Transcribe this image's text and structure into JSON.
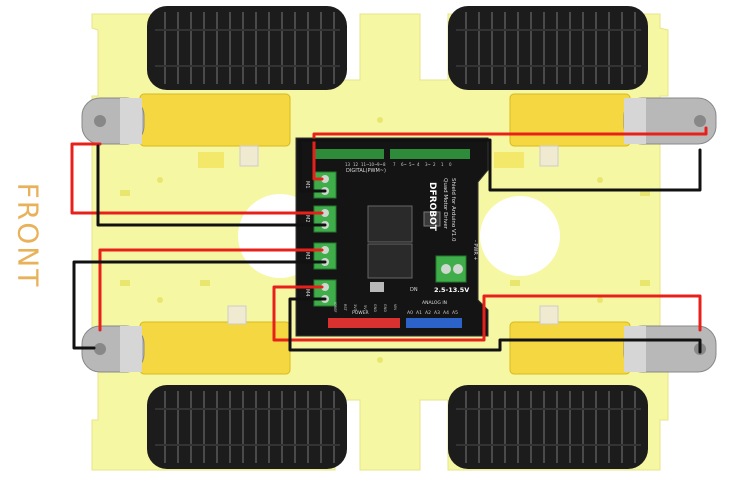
{
  "front_label": "FRONT",
  "shield": {
    "brand": "DFROBOT",
    "model_line1": "Quad Motor Driver",
    "model_line2": "Shield for Arduino V1.0",
    "voltage": "2.5-13.5V",
    "pwr_label": "- PWR +",
    "dn_label": "DN",
    "digital_label": "DIGITAL(PWM~)",
    "power_label": "POWER",
    "analog_label": "ANALOG IN",
    "terminal_labels": [
      "M1",
      "M2",
      "M3",
      "M4"
    ],
    "top_pin_labels": [
      "13",
      "12",
      "11~",
      "10~",
      "9~",
      "8",
      "7",
      "6~",
      "5~",
      "4",
      "3~",
      "2",
      "1",
      "0"
    ],
    "power_pin_labels": [
      "IOREF",
      "RST",
      "3V3",
      "5V",
      "GND",
      "GND",
      "VIN"
    ],
    "analog_pin_labels": [
      "A0",
      "A1",
      "A2",
      "A3",
      "A4",
      "A5"
    ]
  },
  "colors": {
    "chassis": "#f6f7a3",
    "tire": "#1c1c1c",
    "gearbox": "#f5d742",
    "board": "#141414",
    "terminal": "#3fae4a",
    "wire_positive": "#e8201c",
    "wire_negative": "#111111",
    "front_label": "#e8b25a"
  }
}
